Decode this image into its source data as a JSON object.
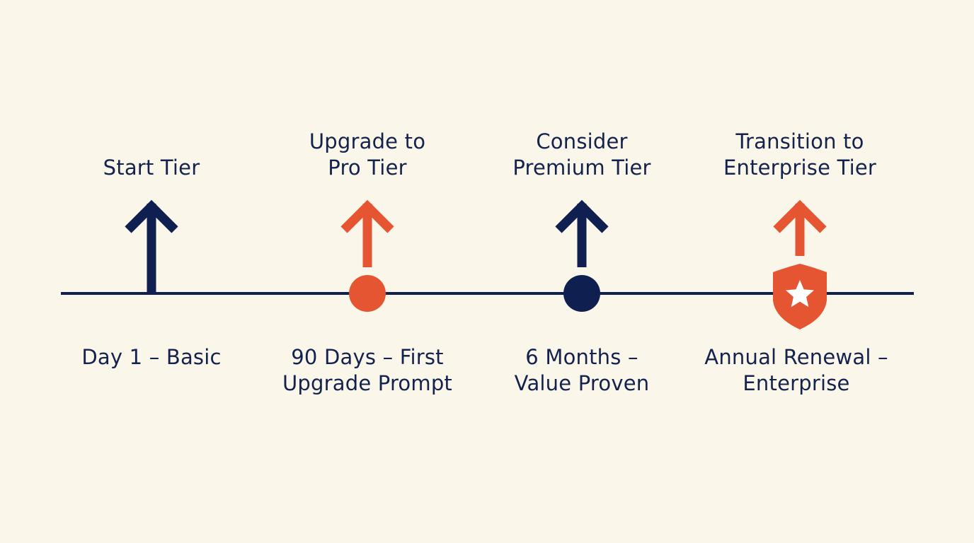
{
  "colors": {
    "background": "#faf7ea",
    "navy": "#0f2050",
    "orange": "#e65532",
    "text": "#14224d",
    "star": "#ffffff"
  },
  "milestones": [
    {
      "tier_lines": [
        "Start Tier"
      ],
      "time_lines": [
        "Day 1 – Basic"
      ],
      "marker": "arrow-on-line",
      "color": "navy"
    },
    {
      "tier_lines": [
        "Upgrade to",
        "Pro Tier"
      ],
      "time_lines": [
        "90 Days – First",
        "Upgrade Prompt"
      ],
      "marker": "circle",
      "color": "orange"
    },
    {
      "tier_lines": [
        "Consider",
        "Premium Tier"
      ],
      "time_lines": [
        "6 Months –",
        "Value Proven"
      ],
      "marker": "circle",
      "color": "navy"
    },
    {
      "tier_lines": [
        "Transition to",
        "Enterprise Tier"
      ],
      "time_lines": [
        "Annual Renewal –",
        "Enterprise"
      ],
      "marker": "shield-star",
      "color": "orange"
    }
  ]
}
